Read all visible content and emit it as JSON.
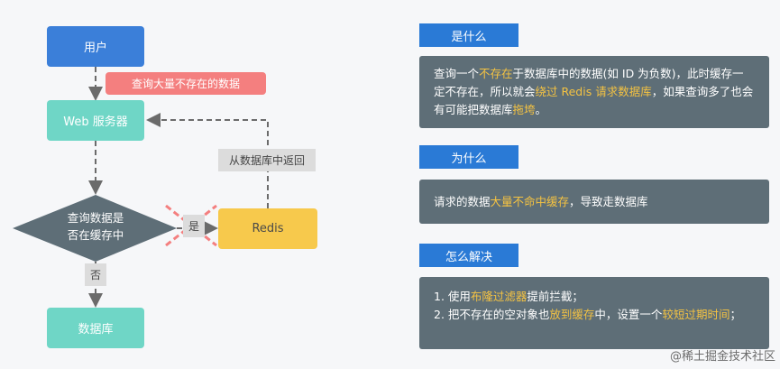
{
  "flow": {
    "user": "用户",
    "query_tag": "查询大量不存在的数据",
    "web": "Web 服务器",
    "decision_line1": "查询数据是",
    "decision_line2": "否在缓存中",
    "yes": "是",
    "no": "否",
    "redis": "Redis",
    "return_tag": "从数据库中返回",
    "db": "数据库"
  },
  "sections": {
    "what": {
      "title": "是什么",
      "t1": "查询一个",
      "h1": "不存在",
      "t2": "于数据库中的数据(如 ID 为负数)，此时缓存一定不存在，所以就会",
      "h2": "绕过 Redis 请求数据库",
      "t3": "，如果查询多了也会有可能把数据库",
      "h3": "拖垮",
      "t4": "。"
    },
    "why": {
      "title": "为什么",
      "t1": "请求的数据",
      "h1": "大量不命中缓存",
      "t2": "，导致走数据库"
    },
    "how": {
      "title": "怎么解决",
      "item1_t1": "1. 使用",
      "item1_h1": "布隆过滤器",
      "item1_t2": "提前拦截；",
      "item2_t1": "2. 把不存在的空对象也",
      "item2_h1": "放到缓存",
      "item2_t2": "中，设置一个",
      "item2_h2": "较短过期时间",
      "item2_t3": "；"
    }
  },
  "watermark": "@稀土掘金技术社区",
  "colors": {
    "user_node": "#3b7fd9",
    "teal_node": "#6fd6c6",
    "redis_node": "#f7c94c",
    "red_tag": "#f47f7f",
    "decision": "#5e6e77",
    "section_title": "#2a7ad6",
    "panel": "#5e6e77",
    "highlight": "#f5c342",
    "cross": "#f47f7f"
  }
}
